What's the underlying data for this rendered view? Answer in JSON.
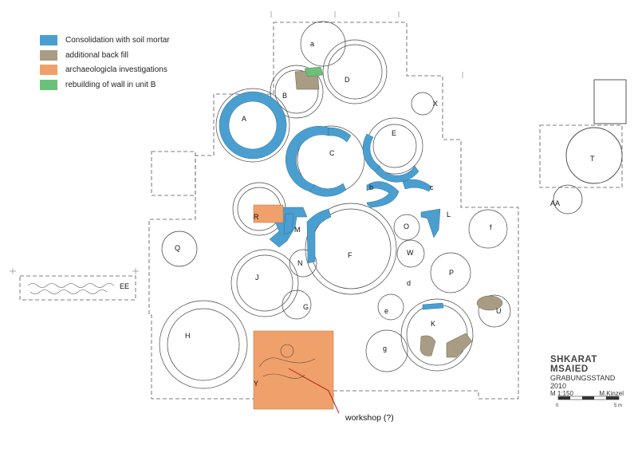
{
  "legend": [
    {
      "label": "Consolidation with soil mortar",
      "color": "#4a9fd0"
    },
    {
      "label": "additional back fill",
      "color": "#a99c84"
    },
    {
      "label": "archaeologicla investigations",
      "color": "#f0a06a"
    },
    {
      "label": "rebuilding of wall in unit B",
      "color": "#6cc07a"
    }
  ],
  "title_block": {
    "title": "SHKARAT  MSAIED",
    "subtitle": "GRABUNGSSTAND 2010",
    "scale": "M 1:150",
    "author": "M.Kinzel"
  },
  "scale_bar": {
    "start": "0",
    "end": "5 m"
  },
  "callout": "workshop (?)",
  "unit_labels": {
    "a": "a",
    "B": "B",
    "C": "C",
    "D": "D",
    "X": "X",
    "A": "A",
    "E": "E",
    "b": "b",
    "c": "c",
    "R": "R",
    "L": "L",
    "M": "M",
    "O": "O",
    "f": "f",
    "Q": "Q",
    "N": "N",
    "F": "F",
    "W": "W",
    "J": "J",
    "P": "P",
    "d": "d",
    "EE": "EE",
    "G": "G",
    "e": "e",
    "U": "U",
    "K": "K",
    "H": "H",
    "g": "g",
    "Y": "Y",
    "T": "T",
    "AA": "AA"
  },
  "colors": {
    "consolidation": "#4a9fd0",
    "backfill": "#a99c84",
    "investigation": "#f0a06a",
    "rebuilding": "#6cc07a",
    "linework": "#444444"
  }
}
